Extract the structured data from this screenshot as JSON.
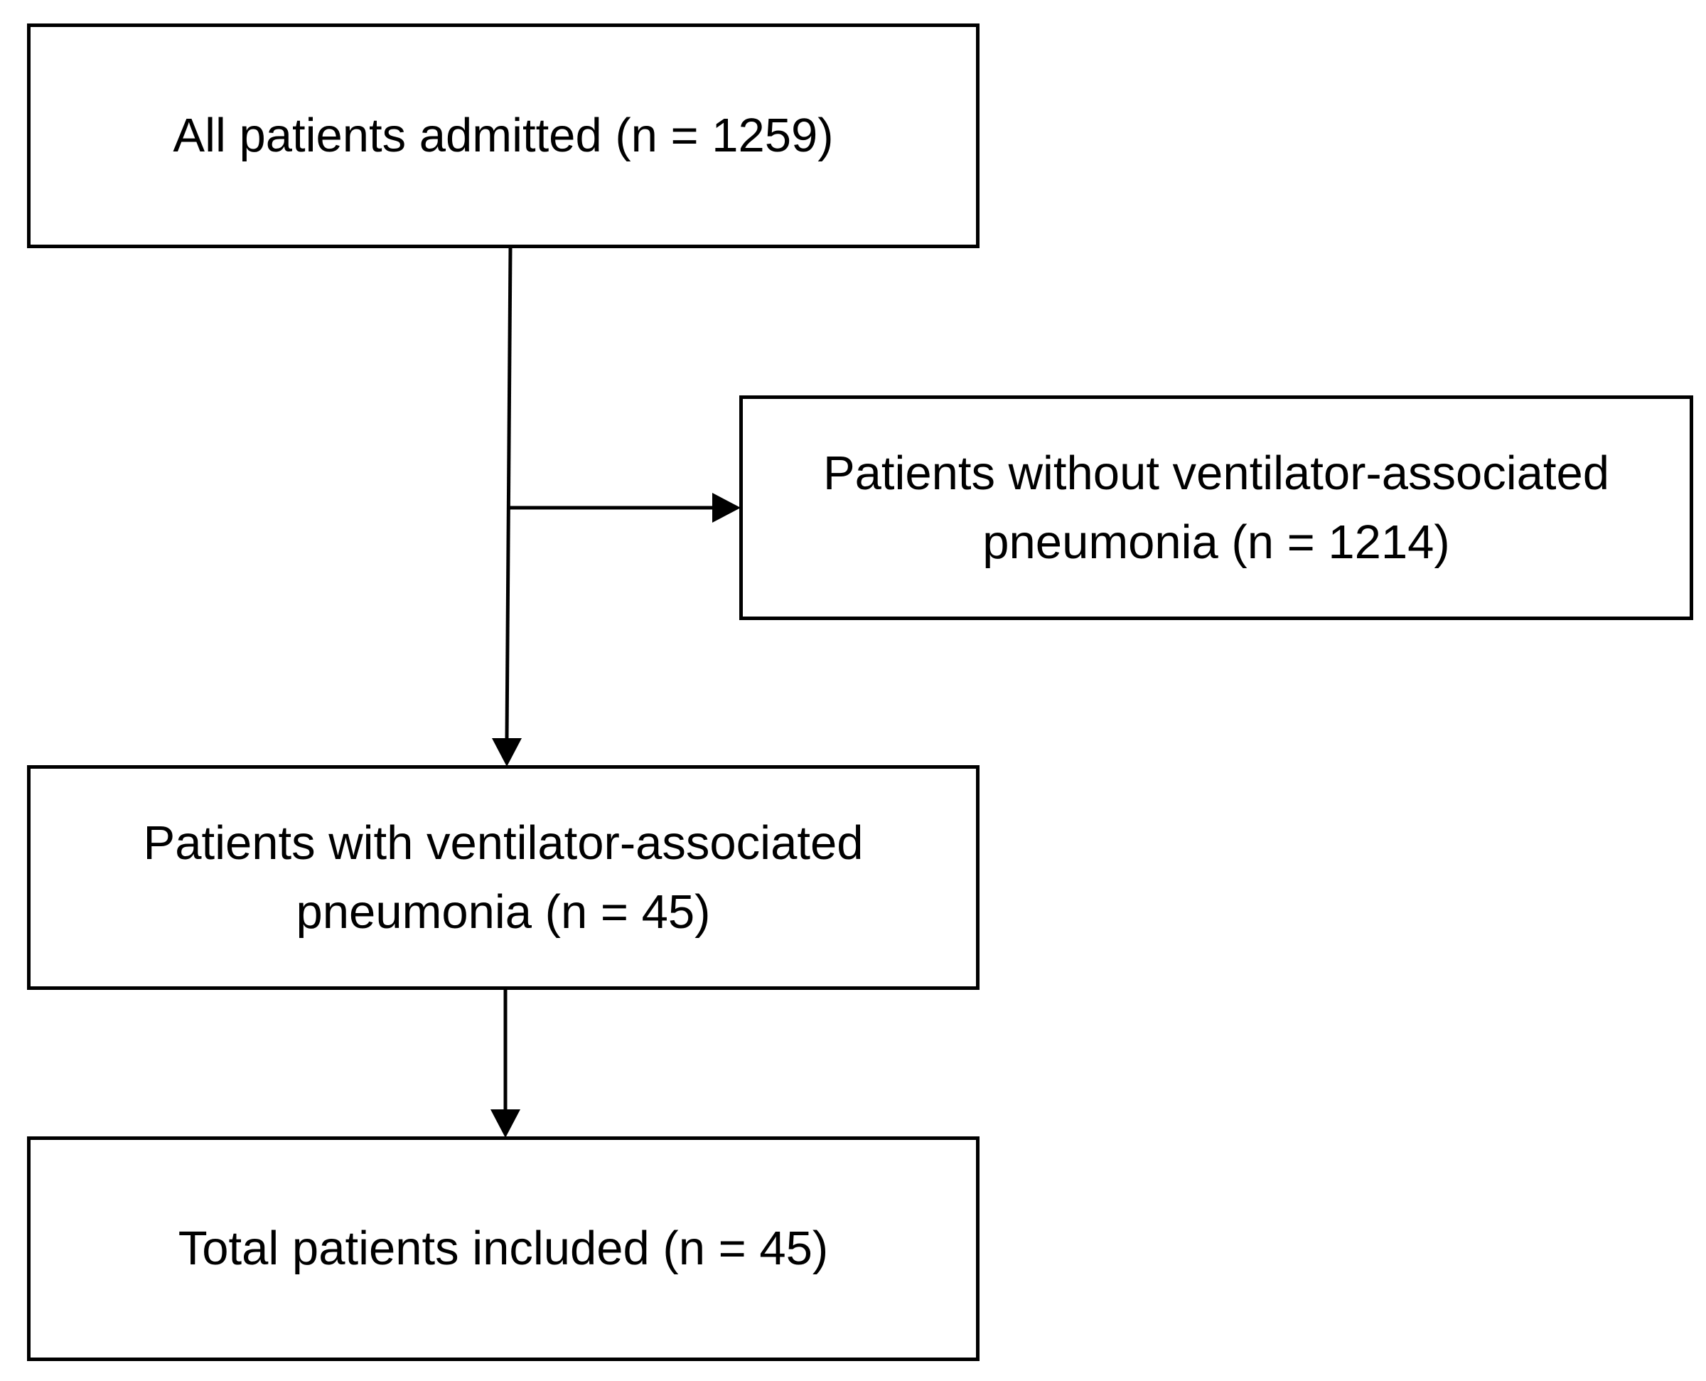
{
  "flowchart": {
    "nodes": [
      {
        "id": "admitted",
        "label": "All patients admitted (n = 1259)"
      },
      {
        "id": "without_vap",
        "label": "Patients without ventilator-associated pneumonia (n = 1214)"
      },
      {
        "id": "with_vap",
        "label": "Patients with ventilator-associated pneumonia (n = 45)"
      },
      {
        "id": "included",
        "label": "Total patients included (n = 45)"
      }
    ],
    "edges": [
      {
        "from": "admitted",
        "to": "with_vap"
      },
      {
        "from": "admitted",
        "to": "without_vap"
      },
      {
        "from": "with_vap",
        "to": "included"
      }
    ],
    "colors": {
      "line": "#000000",
      "box_border": "#000000",
      "background": "#ffffff",
      "text": "#000000"
    }
  }
}
